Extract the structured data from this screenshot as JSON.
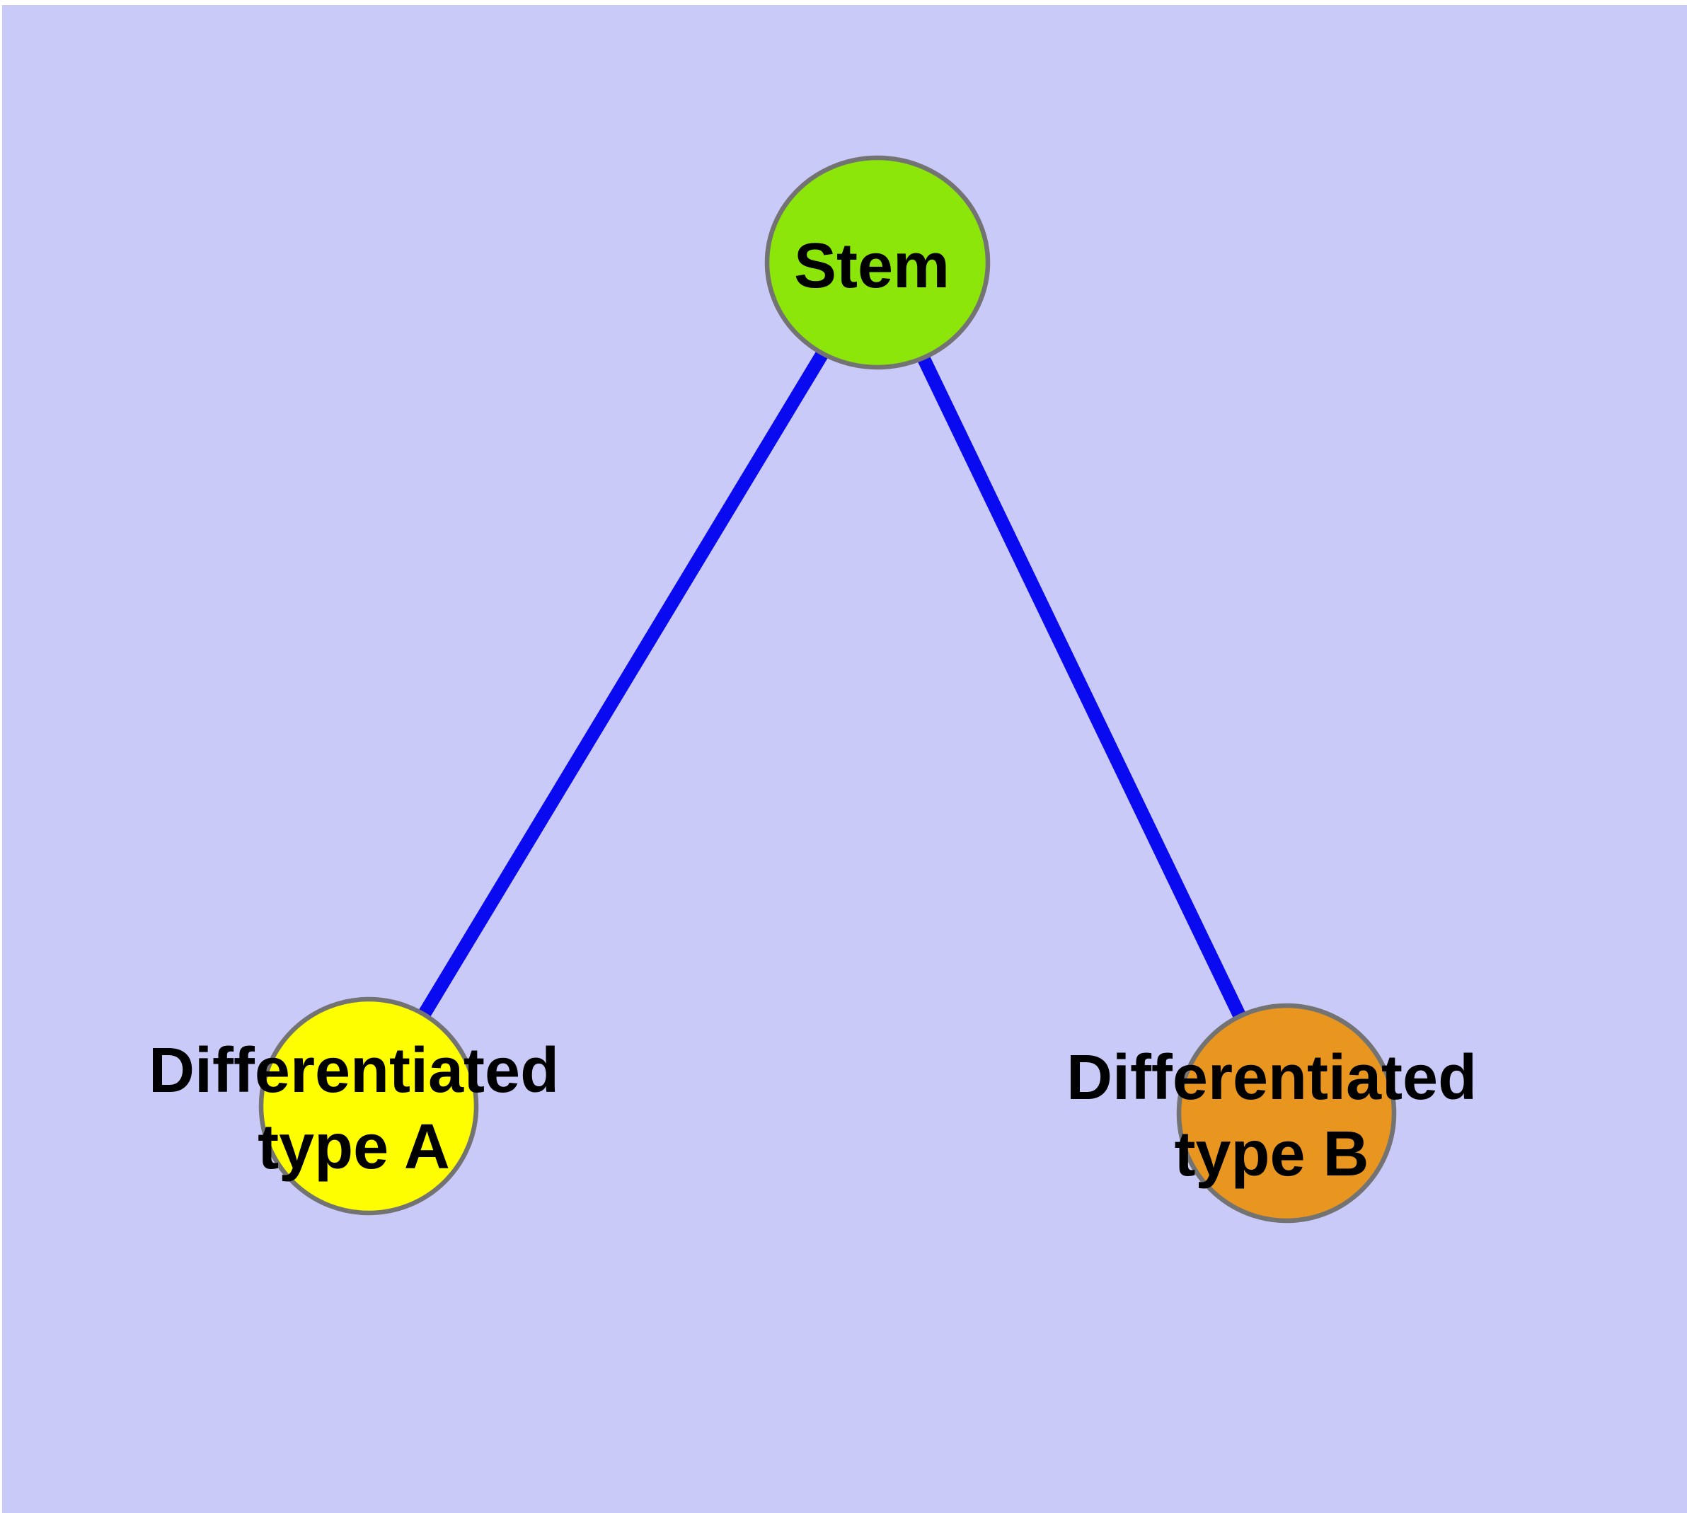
{
  "figure": {
    "kind": "cell-differentiation node-link diagram",
    "colors": {
      "page_background": "#ffffff",
      "canvas_background": "#cacaf8",
      "edge_blue": "#0a0af0",
      "node_border_gray": "#737373",
      "label_text": "#000000",
      "stem_fill": "#8ce60a",
      "type_a_fill": "#fefe00",
      "type_b_fill": "#e8961f"
    }
  },
  "nodes": [
    {
      "id": "stem",
      "label_lines": [
        "Stem"
      ],
      "fill": "#8ce60a"
    },
    {
      "id": "differentiated-type-a",
      "label_lines": [
        "Differentiated",
        "type A"
      ],
      "fill": "#fefe00"
    },
    {
      "id": "differentiated-type-b",
      "label_lines": [
        "Differentiated",
        "type B"
      ],
      "fill": "#e8961f"
    }
  ],
  "edges": [
    {
      "from": "stem",
      "to": "differentiated-type-a"
    },
    {
      "from": "stem",
      "to": "differentiated-type-b"
    }
  ]
}
